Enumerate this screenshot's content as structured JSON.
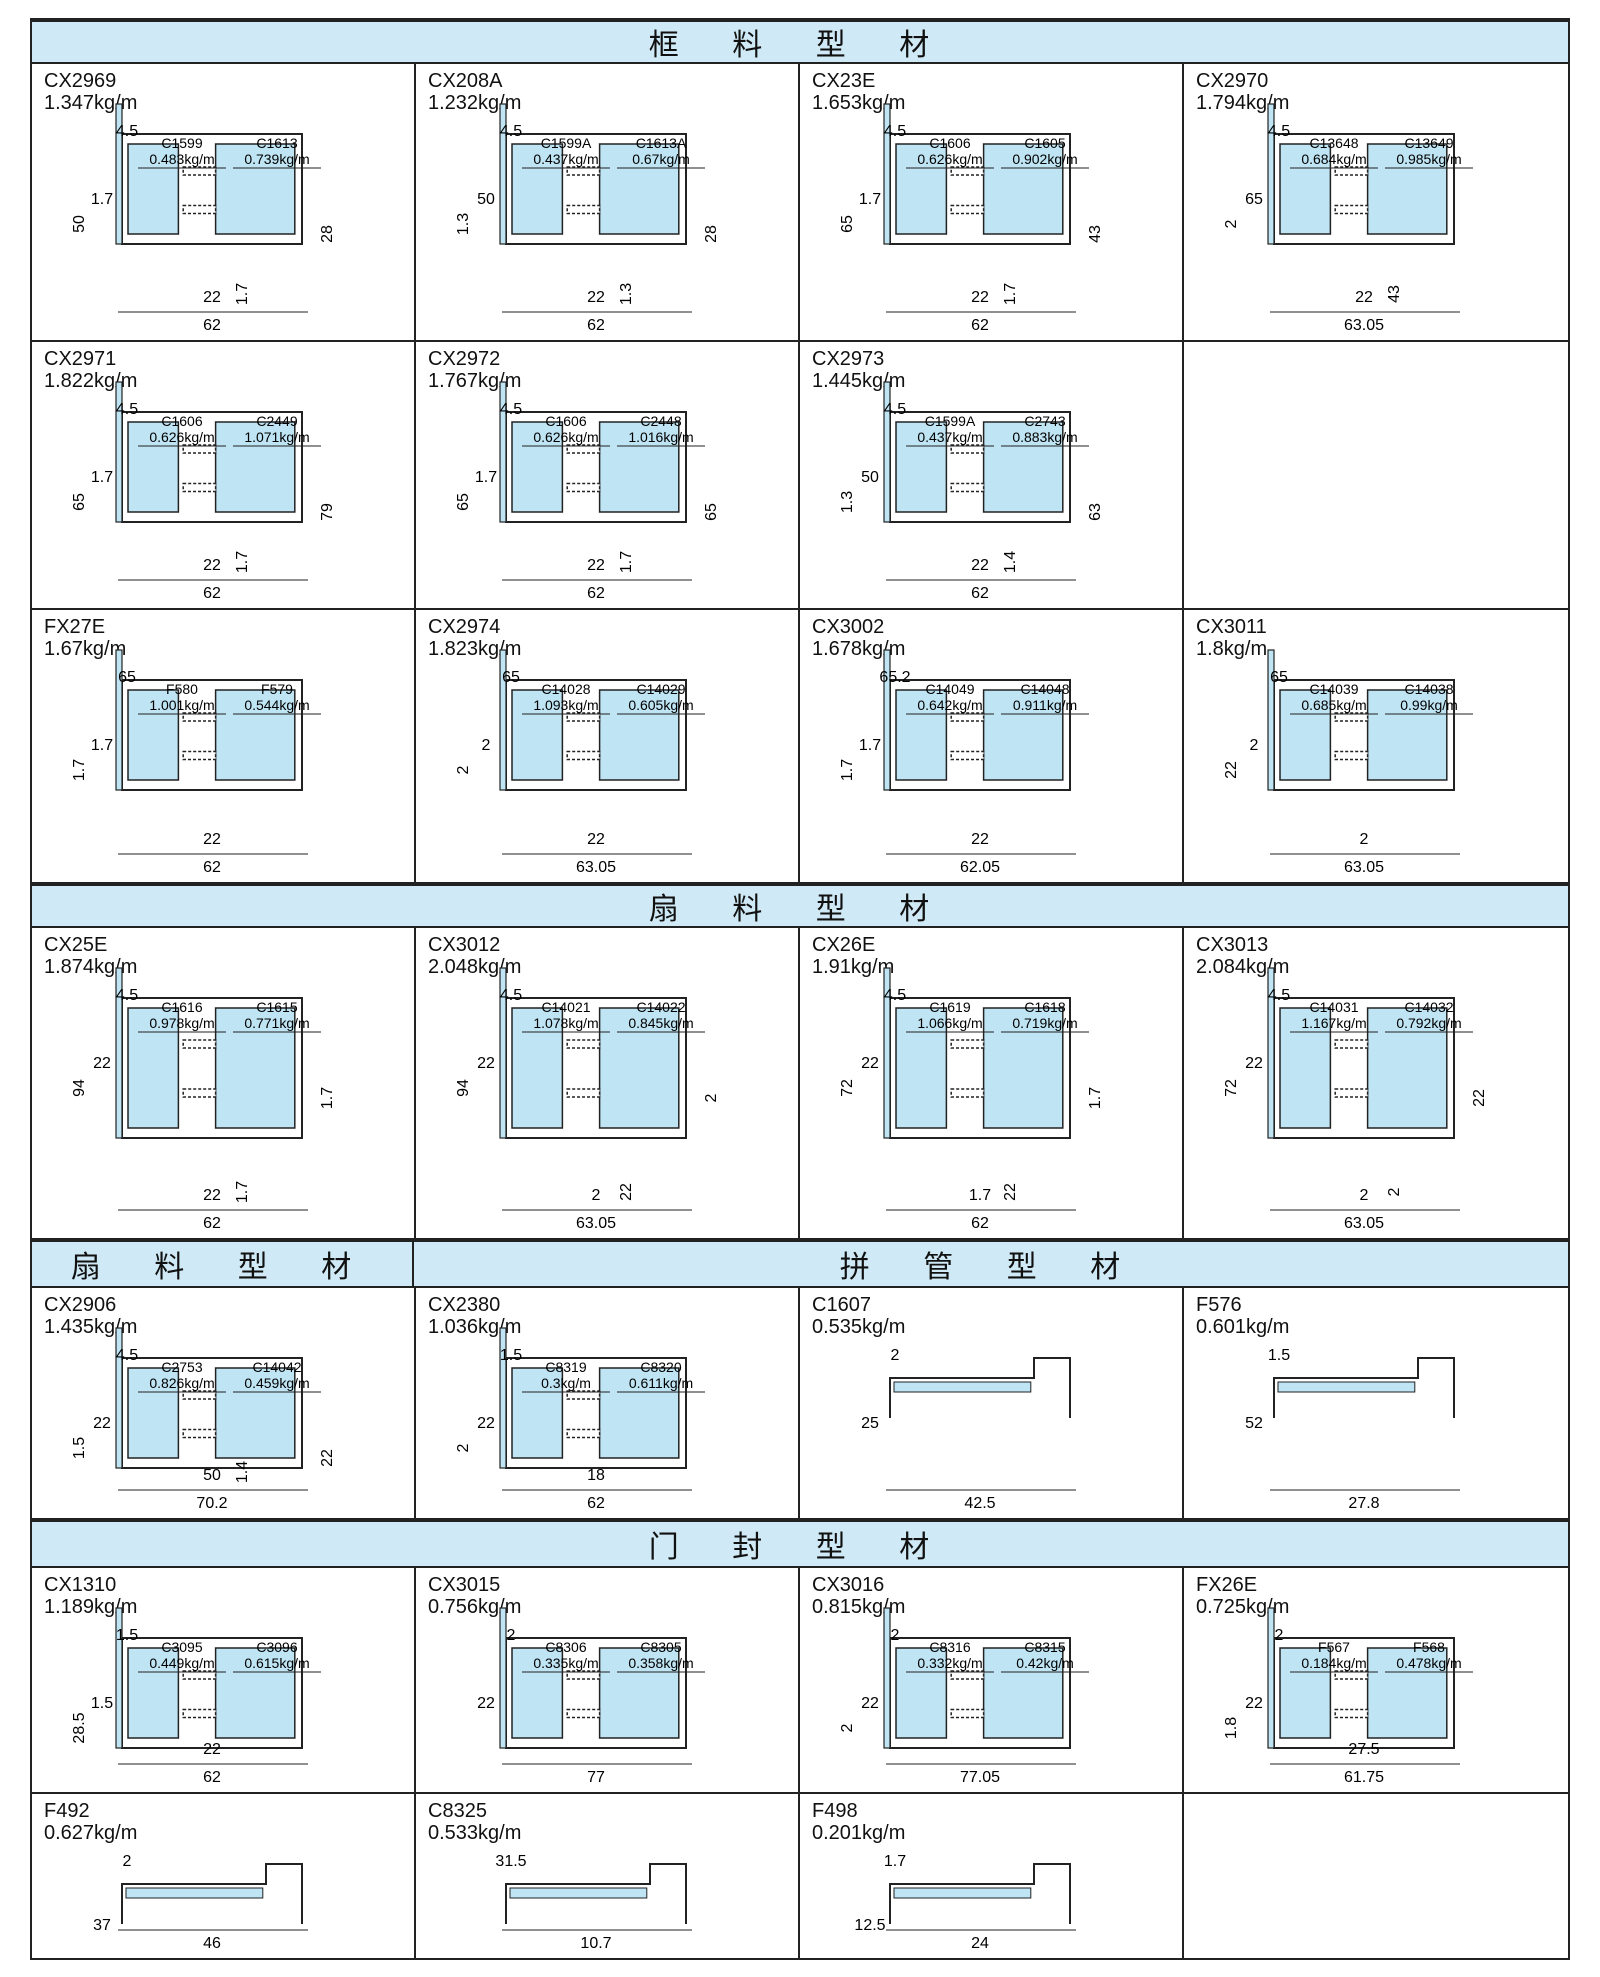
{
  "sections": [
    {
      "title": "框 料 型 材"
    },
    {
      "title": "扇 料 型 材"
    },
    {
      "title": "扇 料 型 材"
    },
    {
      "title": "拼 管 型 材"
    },
    {
      "title": "门 封 型 材"
    }
  ],
  "profiles": [
    {
      "code": "CX2969",
      "weight": "1.347kg/m",
      "parts": [
        {
          "code": "C1599",
          "weight": "0.483kg/m"
        },
        {
          "code": "C1613",
          "weight": "0.739kg/m"
        }
      ],
      "dims": [
        "4.5",
        "1.7",
        "50",
        "22",
        "1.7",
        "28",
        "62"
      ]
    },
    {
      "code": "CX208A",
      "weight": "1.232kg/m",
      "parts": [
        {
          "code": "C1599A",
          "weight": "0.437kg/m"
        },
        {
          "code": "C1613A",
          "weight": "0.67kg/m"
        }
      ],
      "dims": [
        "4.5",
        "50",
        "1.3",
        "22",
        "1.3",
        "28",
        "62"
      ]
    },
    {
      "code": "CX23E",
      "weight": "1.653kg/m",
      "parts": [
        {
          "code": "C1606",
          "weight": "0.626kg/m"
        },
        {
          "code": "C1605",
          "weight": "0.902kg/m"
        }
      ],
      "dims": [
        "4.5",
        "1.7",
        "65",
        "22",
        "1.7",
        "43",
        "62"
      ]
    },
    {
      "code": "CX2970",
      "weight": "1.794kg/m",
      "parts": [
        {
          "code": "C13648",
          "weight": "0.684kg/m"
        },
        {
          "code": "C13649",
          "weight": "0.985kg/m"
        }
      ],
      "dims": [
        "4.5",
        "65",
        "2",
        "22",
        "43",
        "63.05"
      ]
    },
    {
      "code": "CX2971",
      "weight": "1.822kg/m",
      "parts": [
        {
          "code": "C1606",
          "weight": "0.626kg/m"
        },
        {
          "code": "C2449",
          "weight": "1.071kg/m"
        }
      ],
      "dims": [
        "4.5",
        "1.7",
        "65",
        "22",
        "1.7",
        "79",
        "62"
      ]
    },
    {
      "code": "CX2972",
      "weight": "1.767kg/m",
      "parts": [
        {
          "code": "C1606",
          "weight": "0.626kg/m"
        },
        {
          "code": "C2448",
          "weight": "1.016kg/m"
        }
      ],
      "dims": [
        "4.5",
        "1.7",
        "65",
        "22",
        "1.7",
        "65",
        "62"
      ]
    },
    {
      "code": "CX2973",
      "weight": "1.445kg/m",
      "parts": [
        {
          "code": "C1599A",
          "weight": "0.437kg/m"
        },
        {
          "code": "C2743",
          "weight": "0.883kg/m"
        }
      ],
      "dims": [
        "4.5",
        "50",
        "1.3",
        "22",
        "1.4",
        "63",
        "62"
      ]
    },
    {
      "code": "FX27E",
      "weight": "1.67kg/m",
      "parts": [
        {
          "code": "F580",
          "weight": "1.001kg/m"
        },
        {
          "code": "F579",
          "weight": "0.544kg/m"
        }
      ],
      "dims": [
        "65",
        "1.7",
        "1.7",
        "22",
        "62"
      ]
    },
    {
      "code": "CX2974",
      "weight": "1.823kg/m",
      "parts": [
        {
          "code": "C14028",
          "weight": "1.093kg/m"
        },
        {
          "code": "C14029",
          "weight": "0.605kg/m"
        }
      ],
      "dims": [
        "65",
        "2",
        "2",
        "22",
        "63.05"
      ]
    },
    {
      "code": "CX3002",
      "weight": "1.678kg/m",
      "parts": [
        {
          "code": "C14049",
          "weight": "0.642kg/m"
        },
        {
          "code": "C14048",
          "weight": "0.911kg/m"
        }
      ],
      "dims": [
        "65.2",
        "1.7",
        "1.7",
        "22",
        "62.05"
      ]
    },
    {
      "code": "CX3011",
      "weight": "1.8kg/m",
      "parts": [
        {
          "code": "C14039",
          "weight": "0.685kg/m"
        },
        {
          "code": "C14038",
          "weight": "0.99kg/m"
        }
      ],
      "dims": [
        "65",
        "2",
        "22",
        "2",
        "63.05"
      ]
    },
    {
      "code": "CX25E",
      "weight": "1.874kg/m",
      "parts": [
        {
          "code": "C1616",
          "weight": "0.978kg/m"
        },
        {
          "code": "C1615",
          "weight": "0.771kg/m"
        }
      ],
      "dims": [
        "4.5",
        "22",
        "94",
        "22",
        "1.7",
        "1.7",
        "62"
      ]
    },
    {
      "code": "CX3012",
      "weight": "2.048kg/m",
      "parts": [
        {
          "code": "C14021",
          "weight": "1.078kg/m"
        },
        {
          "code": "C14022",
          "weight": "0.845kg/m"
        }
      ],
      "dims": [
        "4.5",
        "22",
        "94",
        "2",
        "22",
        "2",
        "63.05"
      ]
    },
    {
      "code": "CX26E",
      "weight": "1.91kg/m",
      "parts": [
        {
          "code": "C1619",
          "weight": "1.066kg/m"
        },
        {
          "code": "C1618",
          "weight": "0.719kg/m"
        }
      ],
      "dims": [
        "4.5",
        "22",
        "72",
        "1.7",
        "22",
        "1.7",
        "62"
      ]
    },
    {
      "code": "CX3013",
      "weight": "2.084kg/m",
      "parts": [
        {
          "code": "C14031",
          "weight": "1.167kg/m"
        },
        {
          "code": "C14032",
          "weight": "0.792kg/m"
        }
      ],
      "dims": [
        "4.5",
        "22",
        "72",
        "2",
        "2",
        "22",
        "63.05"
      ]
    },
    {
      "code": "CX2906",
      "weight": "1.435kg/m",
      "parts": [
        {
          "code": "C2753",
          "weight": "0.826kg/m"
        },
        {
          "code": "C14042",
          "weight": "0.459kg/m"
        }
      ],
      "dims": [
        "4.5",
        "22",
        "1.5",
        "50",
        "1.4",
        "22",
        "70.2"
      ]
    },
    {
      "code": "CX2380",
      "weight": "1.036kg/m",
      "parts": [
        {
          "code": "C8319",
          "weight": "0.3kg/m"
        },
        {
          "code": "C8320",
          "weight": "0.611kg/m"
        }
      ],
      "dims": [
        "1.5",
        "22",
        "2",
        "18",
        "62"
      ]
    },
    {
      "code": "C1607",
      "weight": "0.535kg/m",
      "parts": [],
      "dims": [
        "2",
        "25",
        "42.5"
      ]
    },
    {
      "code": "F576",
      "weight": "0.601kg/m",
      "parts": [],
      "dims": [
        "1.5",
        "52",
        "27.8"
      ]
    },
    {
      "code": "CX1310",
      "weight": "1.189kg/m",
      "parts": [
        {
          "code": "C3095",
          "weight": "0.449kg/m"
        },
        {
          "code": "C3096",
          "weight": "0.615kg/m"
        }
      ],
      "dims": [
        "1.5",
        "1.5",
        "28.5",
        "22",
        "62"
      ]
    },
    {
      "code": "CX3015",
      "weight": "0.756kg/m",
      "parts": [
        {
          "code": "C8306",
          "weight": "0.335kg/m"
        },
        {
          "code": "C8305",
          "weight": "0.358kg/m"
        }
      ],
      "dims": [
        "2",
        "22",
        "77"
      ]
    },
    {
      "code": "CX3016",
      "weight": "0.815kg/m",
      "parts": [
        {
          "code": "C8316",
          "weight": "0.332kg/m"
        },
        {
          "code": "C8315",
          "weight": "0.42kg/m"
        }
      ],
      "dims": [
        "2",
        "22",
        "2",
        "77.05"
      ]
    },
    {
      "code": "FX26E",
      "weight": "0.725kg/m",
      "parts": [
        {
          "code": "F567",
          "weight": "0.184kg/m"
        },
        {
          "code": "F568",
          "weight": "0.478kg/m"
        }
      ],
      "dims": [
        "2",
        "22",
        "1.8",
        "27.5",
        "61.75"
      ]
    },
    {
      "code": "F492",
      "weight": "0.627kg/m",
      "parts": [],
      "dims": [
        "2",
        "37",
        "46"
      ]
    },
    {
      "code": "C8325",
      "weight": "0.533kg/m",
      "parts": [],
      "dims": [
        "31.5",
        "10.7"
      ]
    },
    {
      "code": "F498",
      "weight": "0.201kg/m",
      "parts": [],
      "dims": [
        "1.7",
        "12.5",
        "24"
      ]
    }
  ],
  "colors": {
    "band": "#cfeaf6",
    "profile_fill": "#bfe4f3",
    "line": "#222222"
  }
}
